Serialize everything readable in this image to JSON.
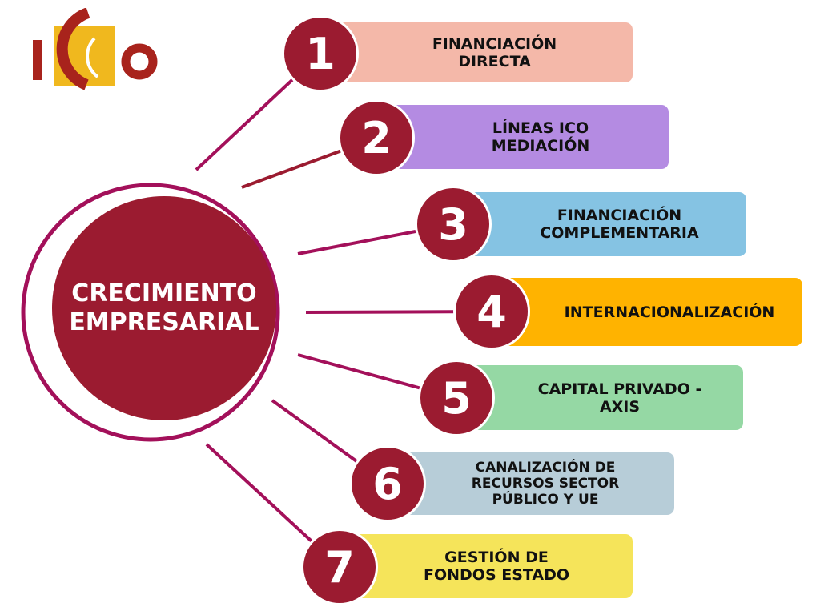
{
  "logo": {
    "text": "ICO"
  },
  "center": {
    "line1": "CRECIMIENTO",
    "line2": "EMPRESARIAL"
  },
  "colors": {
    "circle": "#9b1b30",
    "ring": "#a3105a"
  },
  "items": [
    {
      "number": "1",
      "line1": "FINANCIACIÓN",
      "line2": "DIRECTA",
      "color": "#f4b8a9"
    },
    {
      "number": "2",
      "line1": "LÍNEAS ICO",
      "line2": "MEDIACIÓN",
      "color": "#b48be2"
    },
    {
      "number": "3",
      "line1": "FINANCIACIÓN",
      "line2": "COMPLEMENTARIA",
      "color": "#85c3e3"
    },
    {
      "number": "4",
      "line1": "INTERNACIONALIZACIÓN",
      "line2": "",
      "color": "#ffb300"
    },
    {
      "number": "5",
      "line1": "CAPITAL PRIVADO -",
      "line2": "AXIS",
      "color": "#95d8a4"
    },
    {
      "number": "6",
      "line1": "CANALIZACIÓN DE",
      "line2": "RECURSOS SECTOR",
      "line3": "PÚBLICO Y UE",
      "color": "#b7cdd8"
    },
    {
      "number": "7",
      "line1": "GESTIÓN DE",
      "line2": "FONDOS ESTADO",
      "color": "#f5e45a"
    }
  ]
}
